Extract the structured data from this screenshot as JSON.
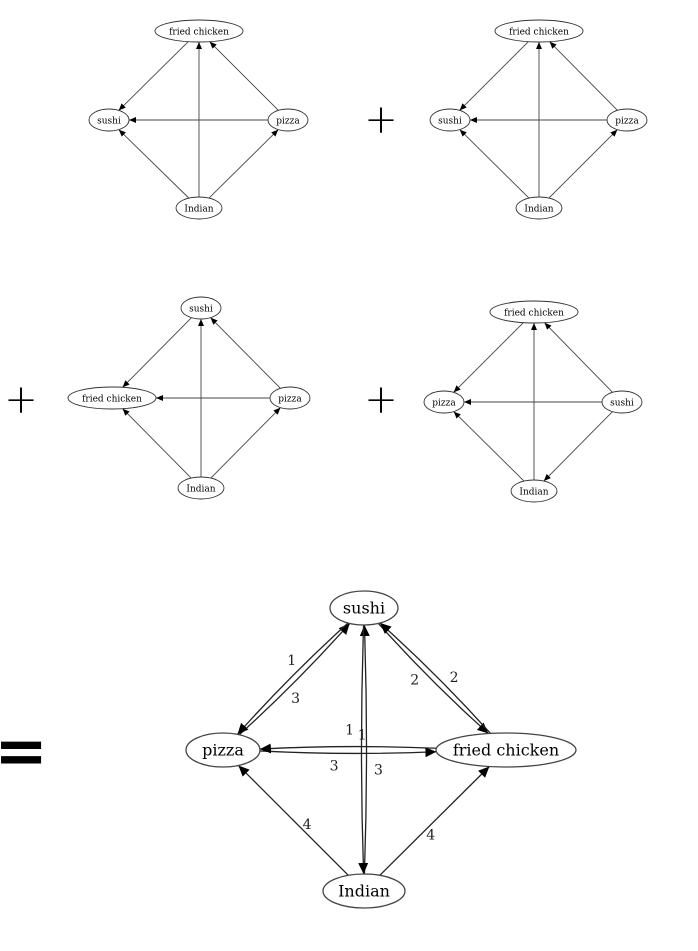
{
  "operators": {
    "plus": "+",
    "equals": "="
  },
  "graphs": [
    {
      "id": "graph-1",
      "nodes": [
        {
          "id": "fried_chicken",
          "label": "fried chicken"
        },
        {
          "id": "sushi",
          "label": "sushi"
        },
        {
          "id": "pizza",
          "label": "pizza"
        },
        {
          "id": "indian",
          "label": "Indian"
        }
      ],
      "edges": [
        {
          "from": "fried_chicken",
          "to": "sushi"
        },
        {
          "from": "pizza",
          "to": "fried_chicken"
        },
        {
          "from": "pizza",
          "to": "sushi"
        },
        {
          "from": "indian",
          "to": "fried_chicken"
        },
        {
          "from": "indian",
          "to": "sushi"
        },
        {
          "from": "indian",
          "to": "pizza"
        }
      ]
    },
    {
      "id": "graph-2",
      "nodes": [
        {
          "id": "fried_chicken",
          "label": "fried chicken"
        },
        {
          "id": "sushi",
          "label": "sushi"
        },
        {
          "id": "pizza",
          "label": "pizza"
        },
        {
          "id": "indian",
          "label": "Indian"
        }
      ],
      "edges": [
        {
          "from": "fried_chicken",
          "to": "sushi"
        },
        {
          "from": "pizza",
          "to": "fried_chicken"
        },
        {
          "from": "pizza",
          "to": "sushi"
        },
        {
          "from": "indian",
          "to": "fried_chicken"
        },
        {
          "from": "indian",
          "to": "sushi"
        },
        {
          "from": "indian",
          "to": "pizza"
        }
      ]
    },
    {
      "id": "graph-3",
      "nodes": [
        {
          "id": "sushi",
          "label": "sushi"
        },
        {
          "id": "fried_chicken",
          "label": "fried chicken"
        },
        {
          "id": "pizza",
          "label": "pizza"
        },
        {
          "id": "indian",
          "label": "Indian"
        }
      ],
      "edges": [
        {
          "from": "sushi",
          "to": "fried_chicken"
        },
        {
          "from": "pizza",
          "to": "sushi"
        },
        {
          "from": "pizza",
          "to": "fried_chicken"
        },
        {
          "from": "indian",
          "to": "sushi"
        },
        {
          "from": "indian",
          "to": "fried_chicken"
        },
        {
          "from": "indian",
          "to": "pizza"
        }
      ]
    },
    {
      "id": "graph-4",
      "nodes": [
        {
          "id": "fried_chicken",
          "label": "fried chicken"
        },
        {
          "id": "pizza",
          "label": "pizza"
        },
        {
          "id": "sushi",
          "label": "sushi"
        },
        {
          "id": "indian",
          "label": "Indian"
        }
      ],
      "edges": [
        {
          "from": "fried_chicken",
          "to": "pizza"
        },
        {
          "from": "sushi",
          "to": "fried_chicken"
        },
        {
          "from": "sushi",
          "to": "pizza"
        },
        {
          "from": "sushi",
          "to": "indian"
        },
        {
          "from": "indian",
          "to": "fried_chicken"
        },
        {
          "from": "indian",
          "to": "pizza"
        }
      ]
    }
  ],
  "result": {
    "id": "result-graph",
    "nodes": [
      {
        "id": "sushi",
        "label": "sushi"
      },
      {
        "id": "pizza",
        "label": "pizza"
      },
      {
        "id": "fried_chicken",
        "label": "fried chicken"
      },
      {
        "id": "indian",
        "label": "Indian"
      }
    ],
    "edges": [
      {
        "from": "pizza",
        "to": "sushi",
        "weight": "3"
      },
      {
        "from": "sushi",
        "to": "pizza",
        "weight": "1"
      },
      {
        "from": "sushi",
        "to": "fried_chicken",
        "weight": "2"
      },
      {
        "from": "fried_chicken",
        "to": "sushi",
        "weight": "2"
      },
      {
        "from": "pizza",
        "to": "fried_chicken",
        "weight": "3"
      },
      {
        "from": "fried_chicken",
        "to": "pizza",
        "weight": "1"
      },
      {
        "from": "indian",
        "to": "sushi",
        "weight": "3"
      },
      {
        "from": "sushi",
        "to": "indian",
        "weight": "1"
      },
      {
        "from": "indian",
        "to": "pizza",
        "weight": "4"
      },
      {
        "from": "indian",
        "to": "fried_chicken",
        "weight": "4"
      }
    ]
  }
}
